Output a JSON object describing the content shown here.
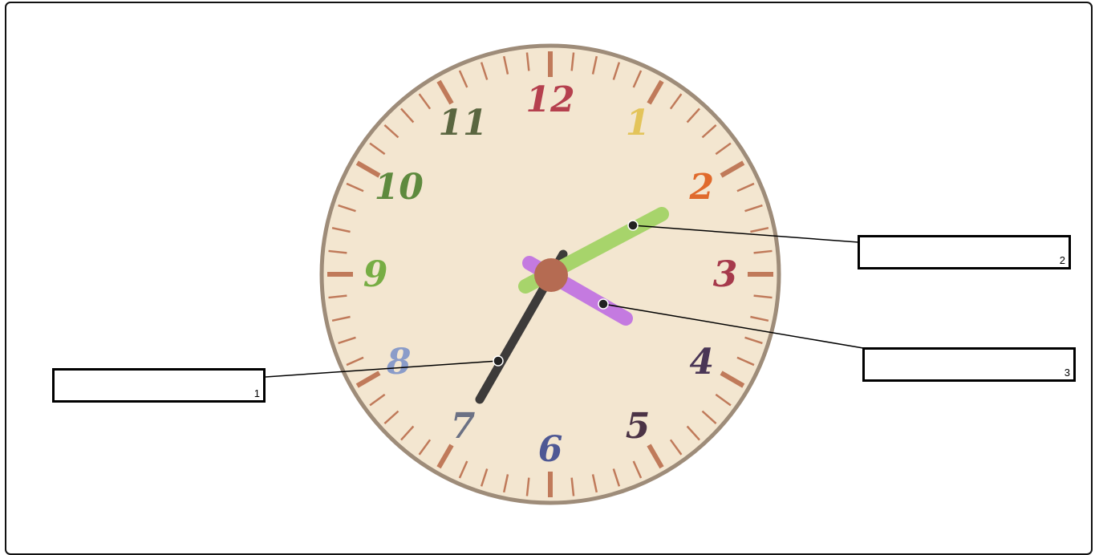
{
  "clock": {
    "numerals": [
      {
        "text": "12",
        "color": "#b5404e"
      },
      {
        "text": "1",
        "color": "#e3c45a"
      },
      {
        "text": "2",
        "color": "#e06a2c"
      },
      {
        "text": "3",
        "color": "#a63a4c"
      },
      {
        "text": "4",
        "color": "#4a3656"
      },
      {
        "text": "5",
        "color": "#4b3346"
      },
      {
        "text": "6",
        "color": "#4e5894"
      },
      {
        "text": "7",
        "color": "#6b7184"
      },
      {
        "text": "8",
        "color": "#8a9cc9"
      },
      {
        "text": "9",
        "color": "#77ad44"
      },
      {
        "text": "10",
        "color": "#5e8a3e"
      },
      {
        "text": "11",
        "color": "#5a6640"
      }
    ],
    "face_color": "#f3e6d0",
    "rim_color": "#9e8c79",
    "tick_color": "#c07a5a",
    "hands": {
      "dark_hand_color": "#3d3b3a",
      "green_hand_color": "#a7d46b",
      "purple_hand_color": "#c47ae0",
      "hub_color": "#b56b52"
    }
  },
  "labels": [
    {
      "number": "1",
      "text": ""
    },
    {
      "number": "2",
      "text": ""
    },
    {
      "number": "3",
      "text": ""
    }
  ]
}
